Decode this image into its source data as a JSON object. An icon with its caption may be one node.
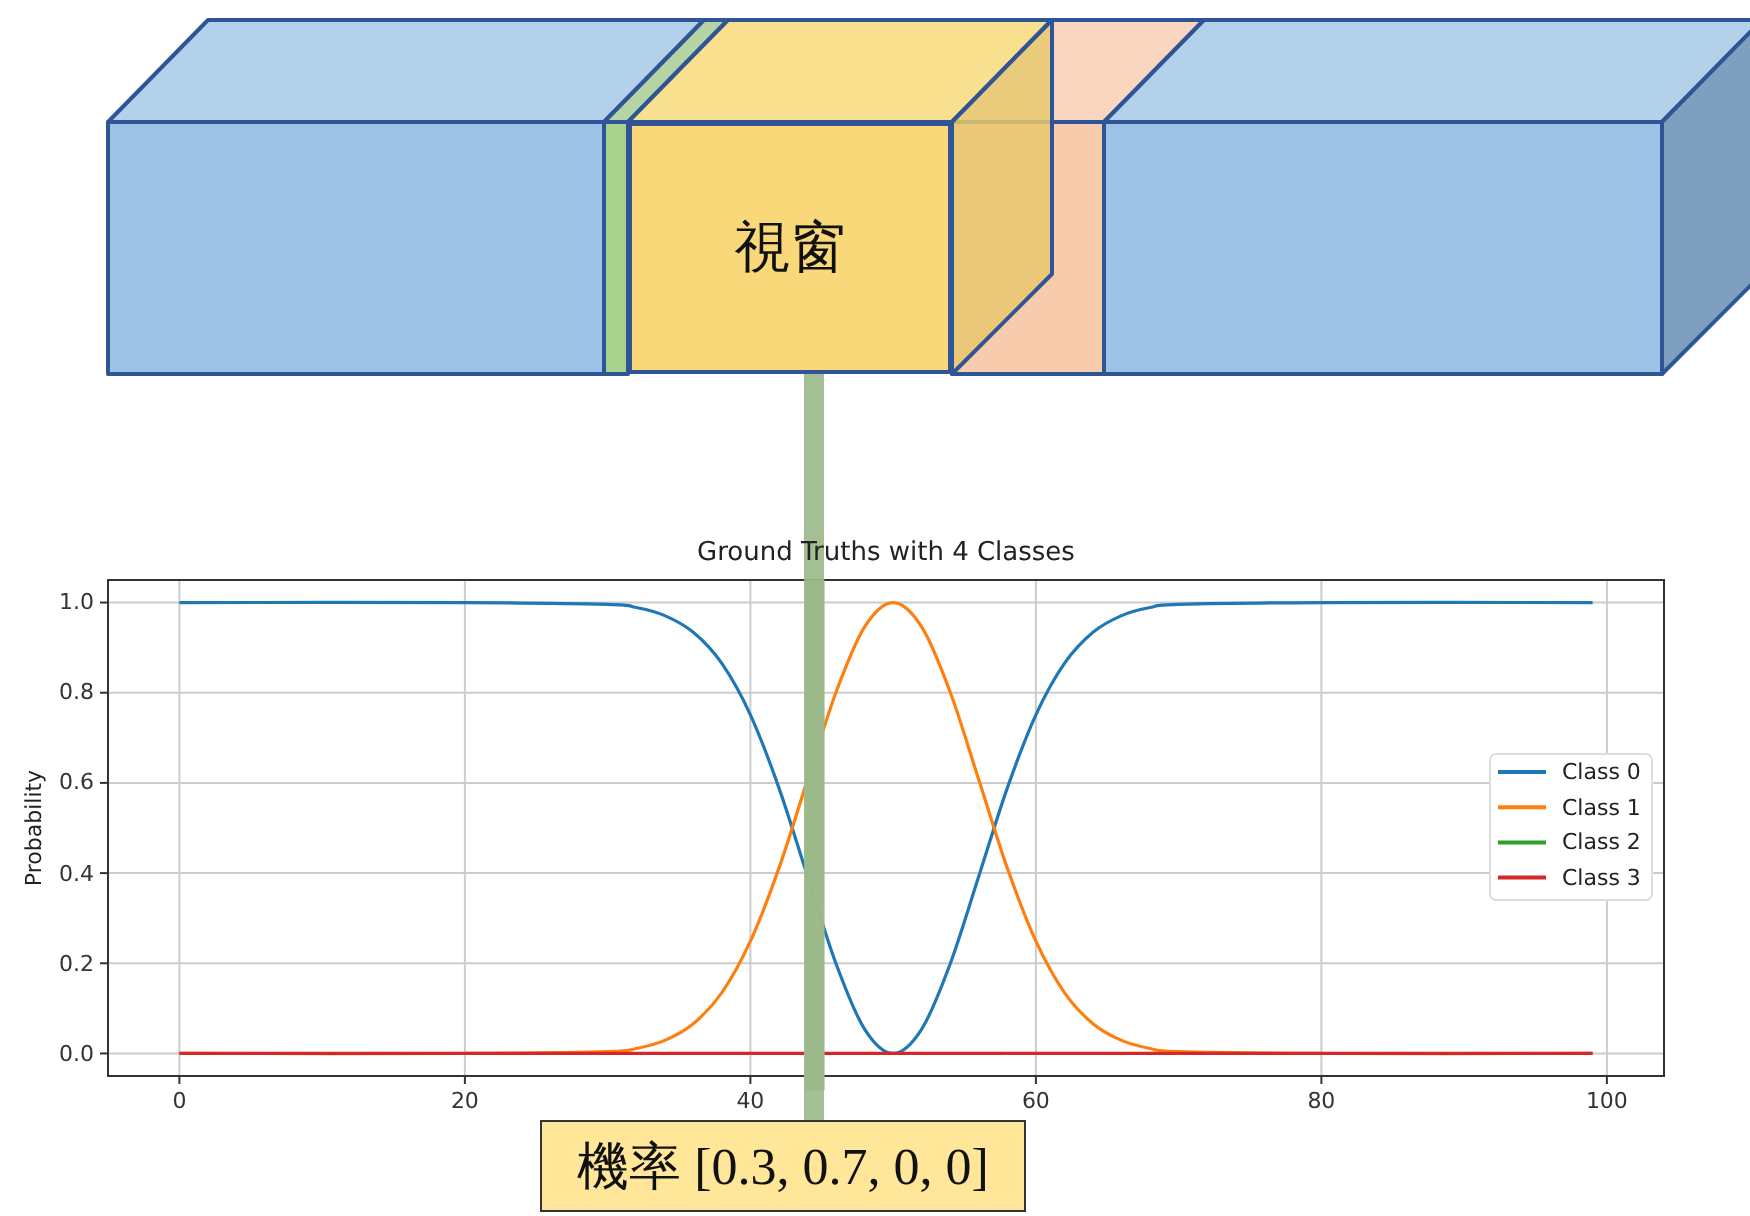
{
  "diagram": {
    "nodes": [
      {
        "text": [
          "視窗"
        ]
      },
      {
        "text": [
          "機率 [0.3, 0.7, 0, 0]"
        ]
      }
    ],
    "edges": [
      {
        "from": 0,
        "to": 1,
        "arrow": "none",
        "color": "#9bb88a"
      }
    ],
    "chart_data": {
      "type": "line",
      "title": "Ground Truths with 4 Classes",
      "ylabel": "Probability",
      "x": [
        0,
        20,
        30,
        32,
        34,
        36,
        38,
        40,
        42,
        44,
        46,
        48,
        50,
        52,
        54,
        56,
        58,
        60,
        62,
        64,
        66,
        68,
        70,
        80,
        99
      ],
      "series": [
        {
          "name": "Class 0",
          "color": "#1f77b4",
          "values": [
            1,
            1,
            0.996,
            0.989,
            0.971,
            0.934,
            0.865,
            0.751,
            0.589,
            0.393,
            0.199,
            0.054,
            0,
            0.054,
            0.199,
            0.393,
            0.589,
            0.751,
            0.865,
            0.934,
            0.971,
            0.989,
            0.996,
            1,
            1
          ]
        },
        {
          "name": "Class 1",
          "color": "#ff7f0e",
          "values": [
            0,
            0,
            0.004,
            0.011,
            0.029,
            0.066,
            0.135,
            0.249,
            0.411,
            0.607,
            0.801,
            0.946,
            1,
            0.946,
            0.801,
            0.607,
            0.411,
            0.249,
            0.135,
            0.066,
            0.029,
            0.011,
            0.004,
            0,
            0
          ]
        },
        {
          "name": "Class 2",
          "color": "#2ca02c",
          "values": [
            null,
            null,
            null,
            null,
            null,
            null,
            null,
            null,
            null,
            null,
            null,
            null,
            null,
            null,
            null,
            null,
            null,
            null,
            null,
            null,
            null,
            null,
            null,
            null,
            null
          ]
        },
        {
          "name": "Class 3",
          "color": "#d62728",
          "values": [
            0,
            0,
            0,
            0,
            0,
            0,
            0,
            0,
            0,
            0,
            0,
            0,
            0,
            0,
            0,
            0,
            0,
            0,
            0,
            0,
            0,
            0,
            0,
            0,
            0
          ]
        }
      ],
      "grid": true,
      "legend": true,
      "ref_lines": [
        {
          "axis": "x",
          "value": 44.5,
          "color": "#9bb88a"
        }
      ],
      "xlim": [
        -5,
        104
      ],
      "ylim": [
        -0.05,
        1.05
      ],
      "xticks": [
        0,
        20,
        40,
        60,
        80,
        100
      ],
      "yticks": [
        {
          "value": 0,
          "label": "0.0"
        },
        {
          "value": 0.2,
          "label": "0.2"
        },
        {
          "value": 0.4,
          "label": "0.4"
        },
        {
          "value": 0.6,
          "label": "0.6"
        },
        {
          "value": 0.8,
          "label": "0.8"
        },
        {
          "value": 1,
          "label": "1.0"
        }
      ]
    }
  }
}
